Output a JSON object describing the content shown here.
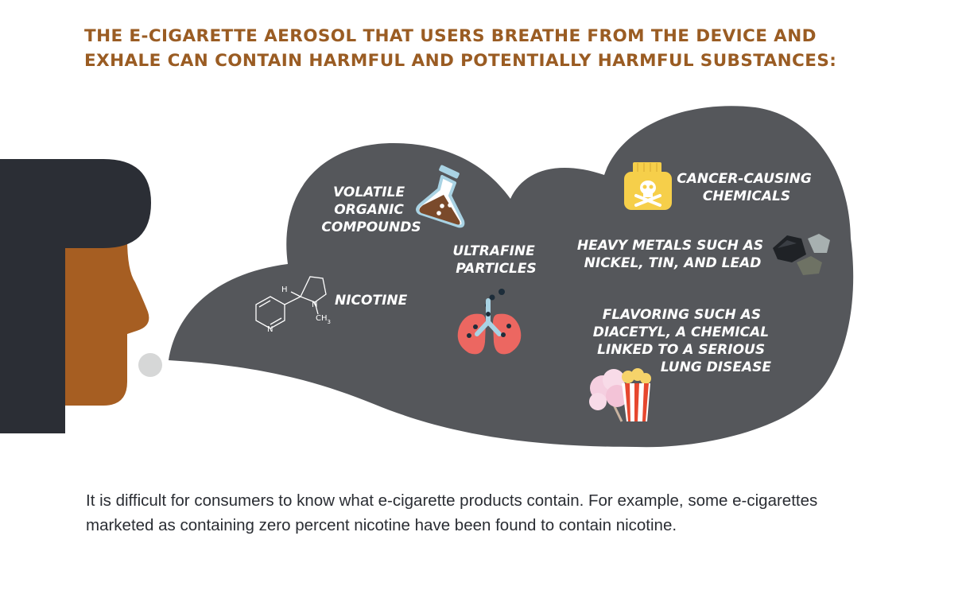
{
  "headline": "THE E-CIGARETTE AEROSOL THAT USERS BREATHE FROM THE DEVICE AND EXHALE CAN CONTAIN HARMFUL AND POTENTIALLY HARMFUL SUBSTANCES:",
  "substances": {
    "voc": [
      "VOLATILE",
      "ORGANIC",
      "COMPOUNDS"
    ],
    "nicotine": [
      "NICOTINE"
    ],
    "ultrafine": [
      "ULTRAFINE",
      "PARTICLES"
    ],
    "cancer": [
      "CANCER-CAUSING",
      "CHEMICALS"
    ],
    "metals": [
      "HEAVY METALS SUCH AS",
      "NICKEL, TIN, AND LEAD"
    ],
    "flavoring": [
      "FLAVORING SUCH AS",
      "DIACETYL, A CHEMICAL",
      "LINKED TO A SERIOUS",
      "LUNG DISEASE"
    ]
  },
  "molecule": {
    "h": "H",
    "n_ring": "N",
    "n_pyr": "N",
    "methyl": "CH",
    "methyl_sub": "3"
  },
  "icons": {
    "flask": "flask-icon",
    "poison": "poison-bottle-icon",
    "lungs": "lungs-icon",
    "rocks": "heavy-metals-icon",
    "flavor": "cotton-candy-popcorn-icon",
    "molecule": "nicotine-molecule-icon"
  },
  "colors": {
    "headline": "#9a5c23",
    "cloud": "#55575b",
    "hair": "#2b2e35",
    "skin": "#a65e22",
    "text": "#2a2d33"
  },
  "body_text": "It is difficult for consumers to know what e-cigarette products contain. For example, some e-cigarettes marketed as containing zero percent nicotine have been found to contain nicotine."
}
